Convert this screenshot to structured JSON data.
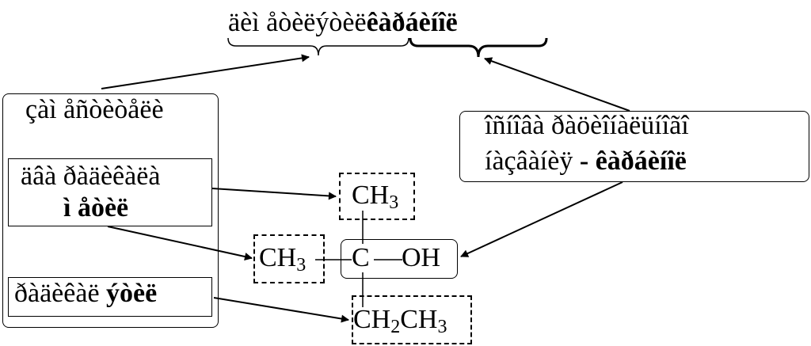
{
  "title": {
    "part1": "äèì åòèëýòèë",
    "part2": "êàðáèíîë"
  },
  "left_panel": {
    "header": "çàì åñòèòåëè",
    "methyl_box": {
      "line1": "äâà ðàäèêàëà",
      "line2": "ì åòèë"
    },
    "ethyl_box": {
      "prefix": "ðàäèêàë",
      "name": "ýòèë"
    }
  },
  "right_panel": {
    "line1": "îñíîâà ðàöèîíàëüíîãî",
    "line2_prefix": "íàçâàíèÿ",
    "line2_dash": "-",
    "line2_name": "êàðáèíîë"
  },
  "formula": {
    "top_ch": "CH",
    "top_sub": "3",
    "left_ch": "CH",
    "left_sub": "3",
    "center_c": "C",
    "bond": "—",
    "oh": "OH",
    "bottom_ch": "CH",
    "bottom_sub": "2",
    "bottom_ch2": "CH",
    "bottom_sub2": "3"
  }
}
